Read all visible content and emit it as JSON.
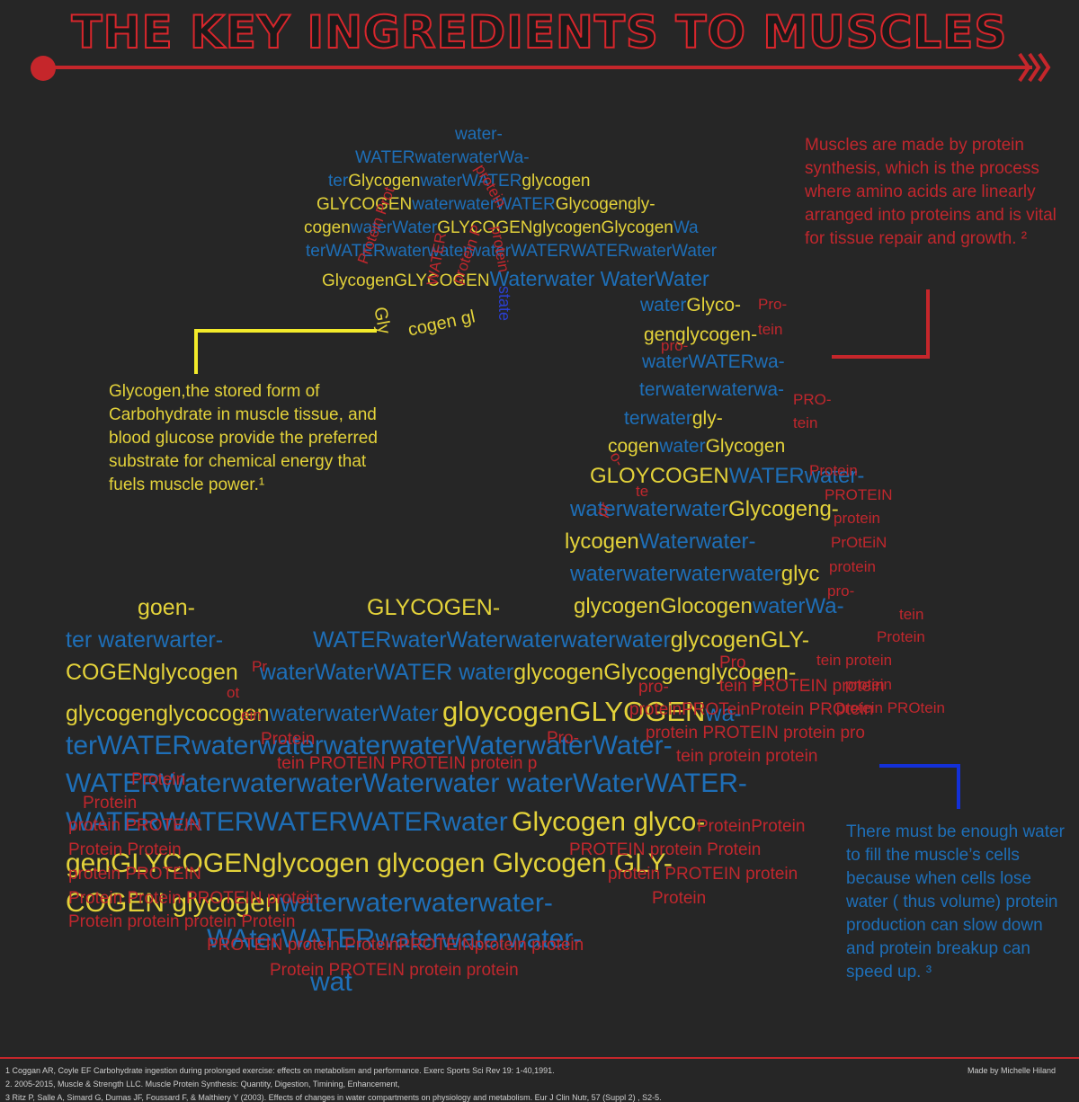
{
  "title": "THE KEY INGREDIENTS TO MUSCLES",
  "colors": {
    "accent_red": "#c5262b",
    "water_blue": "#1e6fb8",
    "glycogen_yellow": "#e3d23a",
    "protein_red": "#c0272d",
    "background": "#262626"
  },
  "notes": {
    "glycogen": "Glycogen,the stored form of Carbohydrate in muscle tissue, and blood glucose provide the preferred substrate for chemical energy that fuels muscle power.¹",
    "protein": "Muscles are made by protein synthesis, which is the process where amino acids are linearly arranged into proteins and is vital for tissue repair and growth. ²",
    "water": "There must be enough water to fill the muscle’s cells because when cells lose water ( thus volume) protein production can slow down and protein breakup can speed up. ³"
  },
  "references": [
    "1 Coggan AR, Coyle EF Carbohydrate ingestion during prolonged exercise: effects on metabolism and performance. Exerc Sports Sci Rev 19: 1-40,1991.",
    "2. 2005-2015, Muscle & Strength LLC. Muscle Protein Synthesis: Quantity, Digestion, Timining, Enhancement,",
    "3 Ritz P, Salle A, Simard G, Dumas JF, Foussard F, & Malthiery Y (2003). Effects of changes in water compartments on physiology and metabolism. Eur J Clin Nutr, 57 (Suppl 2) , S2-5."
  ],
  "credit": "Made by Michelle Hiland",
  "word_cloud": {
    "head": {
      "l1": "water-",
      "l2": "WATERwaterwaterWa-",
      "l3a": "ter",
      "l3b": "Glycogen",
      "l3c": "waterWATER",
      "l3d": "glycogen",
      "l4a": "GLYCOGEN",
      "l4b": "waterwaterWATER",
      "l4c": "Glycogengly-",
      "l5a": "cogen",
      "l5b": "waterWater",
      "l5c": "GLYCOGENglycogenGlycogen",
      "l5d": "Wa",
      "l6": "terWATERwaterwaterwaterWATERWATERwaterWater",
      "l7a": "GlycogenGLYCOGEN",
      "l7b": "Waterwater WaterWater",
      "l8": "Gly",
      "l9": "cogen gl",
      "state": "state"
    },
    "arm": {
      "a1a": "water",
      "a1b": "Glyco-",
      "a2": "genglycogen-",
      "a3": "waterWATERwa-",
      "a4": "terwaterwaterwa-",
      "a5a": "terwater",
      "a5b": "gly-",
      "a6a": "cogen",
      "a6b": "water",
      "a6c": "Glycogen",
      "a7a": "GLOYCOGEN",
      "a7b": "WATERwater-",
      "a8a": "waterwaterwater",
      "a8b": "Glycogeng-",
      "a9a": "lycogen",
      "a9b": "Waterwater-",
      "a10a": "waterwaterwaterwater",
      "a10b": "glyc",
      "a11a": "glycogenGlocogen",
      "a11b": "waterWa-"
    },
    "arm_protein": [
      "Pro-",
      "tein",
      "pro-",
      "PRO-",
      "tein",
      "Protein",
      "PROTEIN",
      "protein",
      "PrOtEiN",
      "protein",
      "pro-",
      "tein",
      "Protein",
      "tein protein",
      "protein",
      "protein PROtein"
    ],
    "body": {
      "b1a": "goen-",
      "b1b": "GLYCOGEN-",
      "b2a": "ter waterwarter-",
      "b2b": "WATERwaterWaterwaterwaterwater",
      "b2c": "glycogenGLY-",
      "b3a": "COGENglycogen",
      "b3b": "waterWaterWATER water",
      "b3c": "glycogenGlycogenglycogen-",
      "b4a": "glycogenglycocogen",
      "b4b": "waterwaterWater",
      "b4c": "gloycogenGLYOGEN",
      "b4d": "wa-",
      "b5": "terWATERwaterwaterwaterwaterWaterwaterWater-",
      "b6": "WATERWaterwaterwaterWaterwater waterWaterWATER-",
      "b7a": "WATERWATERWATERWATER",
      "b7b": "water",
      "b7c": "Glycogen glyco-",
      "b8a": "genGLYCOGENglycogen glycogen Glycogen GLY-",
      "b9a": "COGEN glycogen",
      "b9b": "waterwaterwaterwater-",
      "b10": "WAterWATERwaterwaterwater-",
      "b11": "wat"
    },
    "body_protein": {
      "r1": "Protein PROTEIN protein protein",
      "r2": "PROTEIN protein ProteinPROTEINprotein protein",
      "r3": "Protein protein protein Protein",
      "r4": "Protein Protein PROTEIN protein",
      "r5": "protein PROTEIN",
      "r6": "Protein Protein",
      "r7": "protein PROTEIN",
      "r8": "Protein",
      "r9": "Protein",
      "r10": "Protein",
      "r11": "tein PROTEIN PROTEIN protein p",
      "r12": "Pro-",
      "r13": "protein PROTEIN protein pro",
      "r14": "tein protein protein",
      "r15": "pro-",
      "r16": "tein PROTEIN protein",
      "r17": "proteinPROTeinProtein PROtein",
      "r18": "Pro",
      "r19": "ProteinProtein",
      "r20": "PROTEIN protein Protein",
      "r21": "protein PROTEIN protein",
      "r22": "Protein",
      "r23": "Pr",
      "r24": "ot",
      "r25": "ein"
    },
    "head_protein": [
      "Protein Prot",
      "WATER",
      "protein P",
      "protein",
      "pro",
      "protein",
      "Pro-",
      "tein",
      "pr",
      "o-",
      "te"
    ]
  }
}
